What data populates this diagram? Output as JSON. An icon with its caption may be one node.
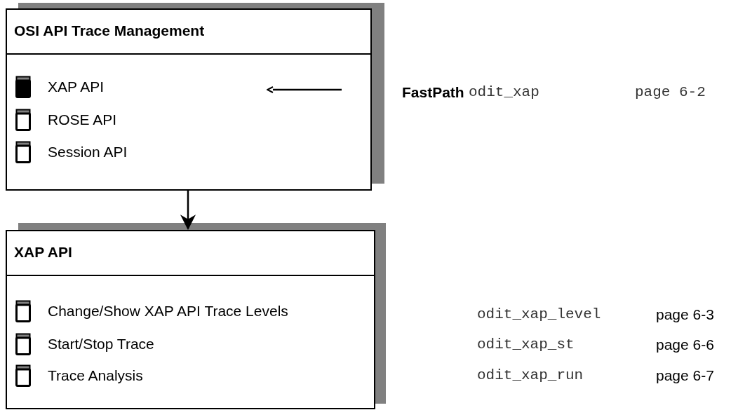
{
  "diagram": {
    "nodes": [
      {
        "text": [
          "OSI API Trace Management"
        ]
      },
      {
        "text": [
          "XAP API"
        ],
        "in": 0
      },
      {
        "text": [
          "ROSE API"
        ],
        "in": 0
      },
      {
        "text": [
          "Session API"
        ],
        "in": 0
      },
      {
        "text": [
          "XAP API"
        ]
      },
      {
        "text": [
          "Change/Show XAP API Trace Levels"
        ],
        "in": 4
      },
      {
        "text": [
          "Start/Stop Trace"
        ],
        "in": 4
      },
      {
        "text": [
          "Trace Analysis"
        ],
        "in": 4
      }
    ],
    "edges": [
      {
        "from": null,
        "to": 1,
        "arrow": "to"
      },
      {
        "from": 0,
        "to": 4,
        "arrow": "to"
      }
    ],
    "labels": [
      "FastPath",
      "odit_xap",
      "page 6-2",
      "odit_xap_level",
      "page 6-3",
      "odit_xap_st",
      "page 6-6",
      "odit_xap_run",
      "page 6-7"
    ]
  }
}
